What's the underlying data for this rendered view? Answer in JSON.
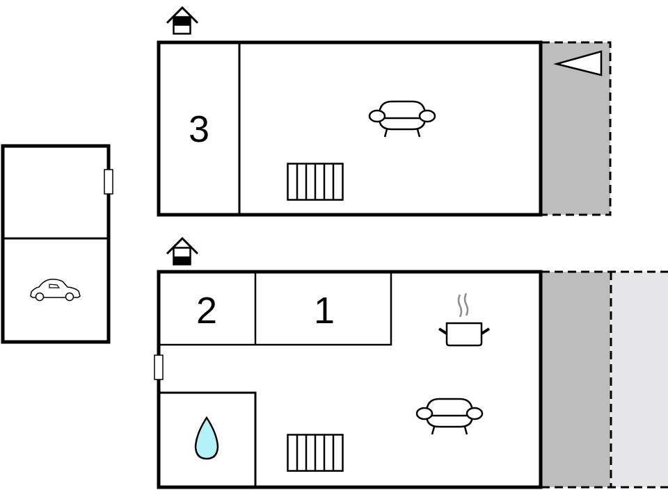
{
  "title": "Floor plan",
  "colors": {
    "wall": "#000000",
    "terrace_dark": "#bdbdbd",
    "terrace_light": "#e6e6e9",
    "water": "#b3f3f7",
    "steam": "#8c8c8c"
  },
  "upper_floor": {
    "entrance_icon": "house-entrance-icon",
    "rooms": [
      {
        "id": "bedroom-3",
        "label": "3",
        "type": "bedroom"
      },
      {
        "id": "living-room-upper",
        "label": "",
        "type": "living",
        "icons": [
          "sofa-icon",
          "radiator-icon"
        ]
      }
    ],
    "terrace": {
      "type": "covered-terrace",
      "icon": "triangle-direction-icon"
    }
  },
  "lower_floor": {
    "entrance_icon": "house-entrance-icon",
    "rooms": [
      {
        "id": "bedroom-2",
        "label": "2",
        "type": "bedroom"
      },
      {
        "id": "bedroom-1",
        "label": "1",
        "type": "bedroom"
      },
      {
        "id": "kitchen",
        "label": "",
        "type": "kitchen",
        "icons": [
          "cooking-pot-icon"
        ]
      },
      {
        "id": "bathroom",
        "label": "",
        "type": "bathroom",
        "icons": [
          "water-drop-icon"
        ]
      },
      {
        "id": "living-room-lower",
        "label": "",
        "type": "living",
        "icons": [
          "sofa-icon",
          "radiator-icon"
        ]
      }
    ],
    "terraces": [
      {
        "type": "covered-terrace"
      },
      {
        "type": "open-terrace"
      }
    ]
  },
  "garage": {
    "rooms": [
      {
        "id": "garage-storage",
        "label": ""
      },
      {
        "id": "garage-parking",
        "label": "",
        "icons": [
          "car-icon"
        ]
      }
    ]
  }
}
